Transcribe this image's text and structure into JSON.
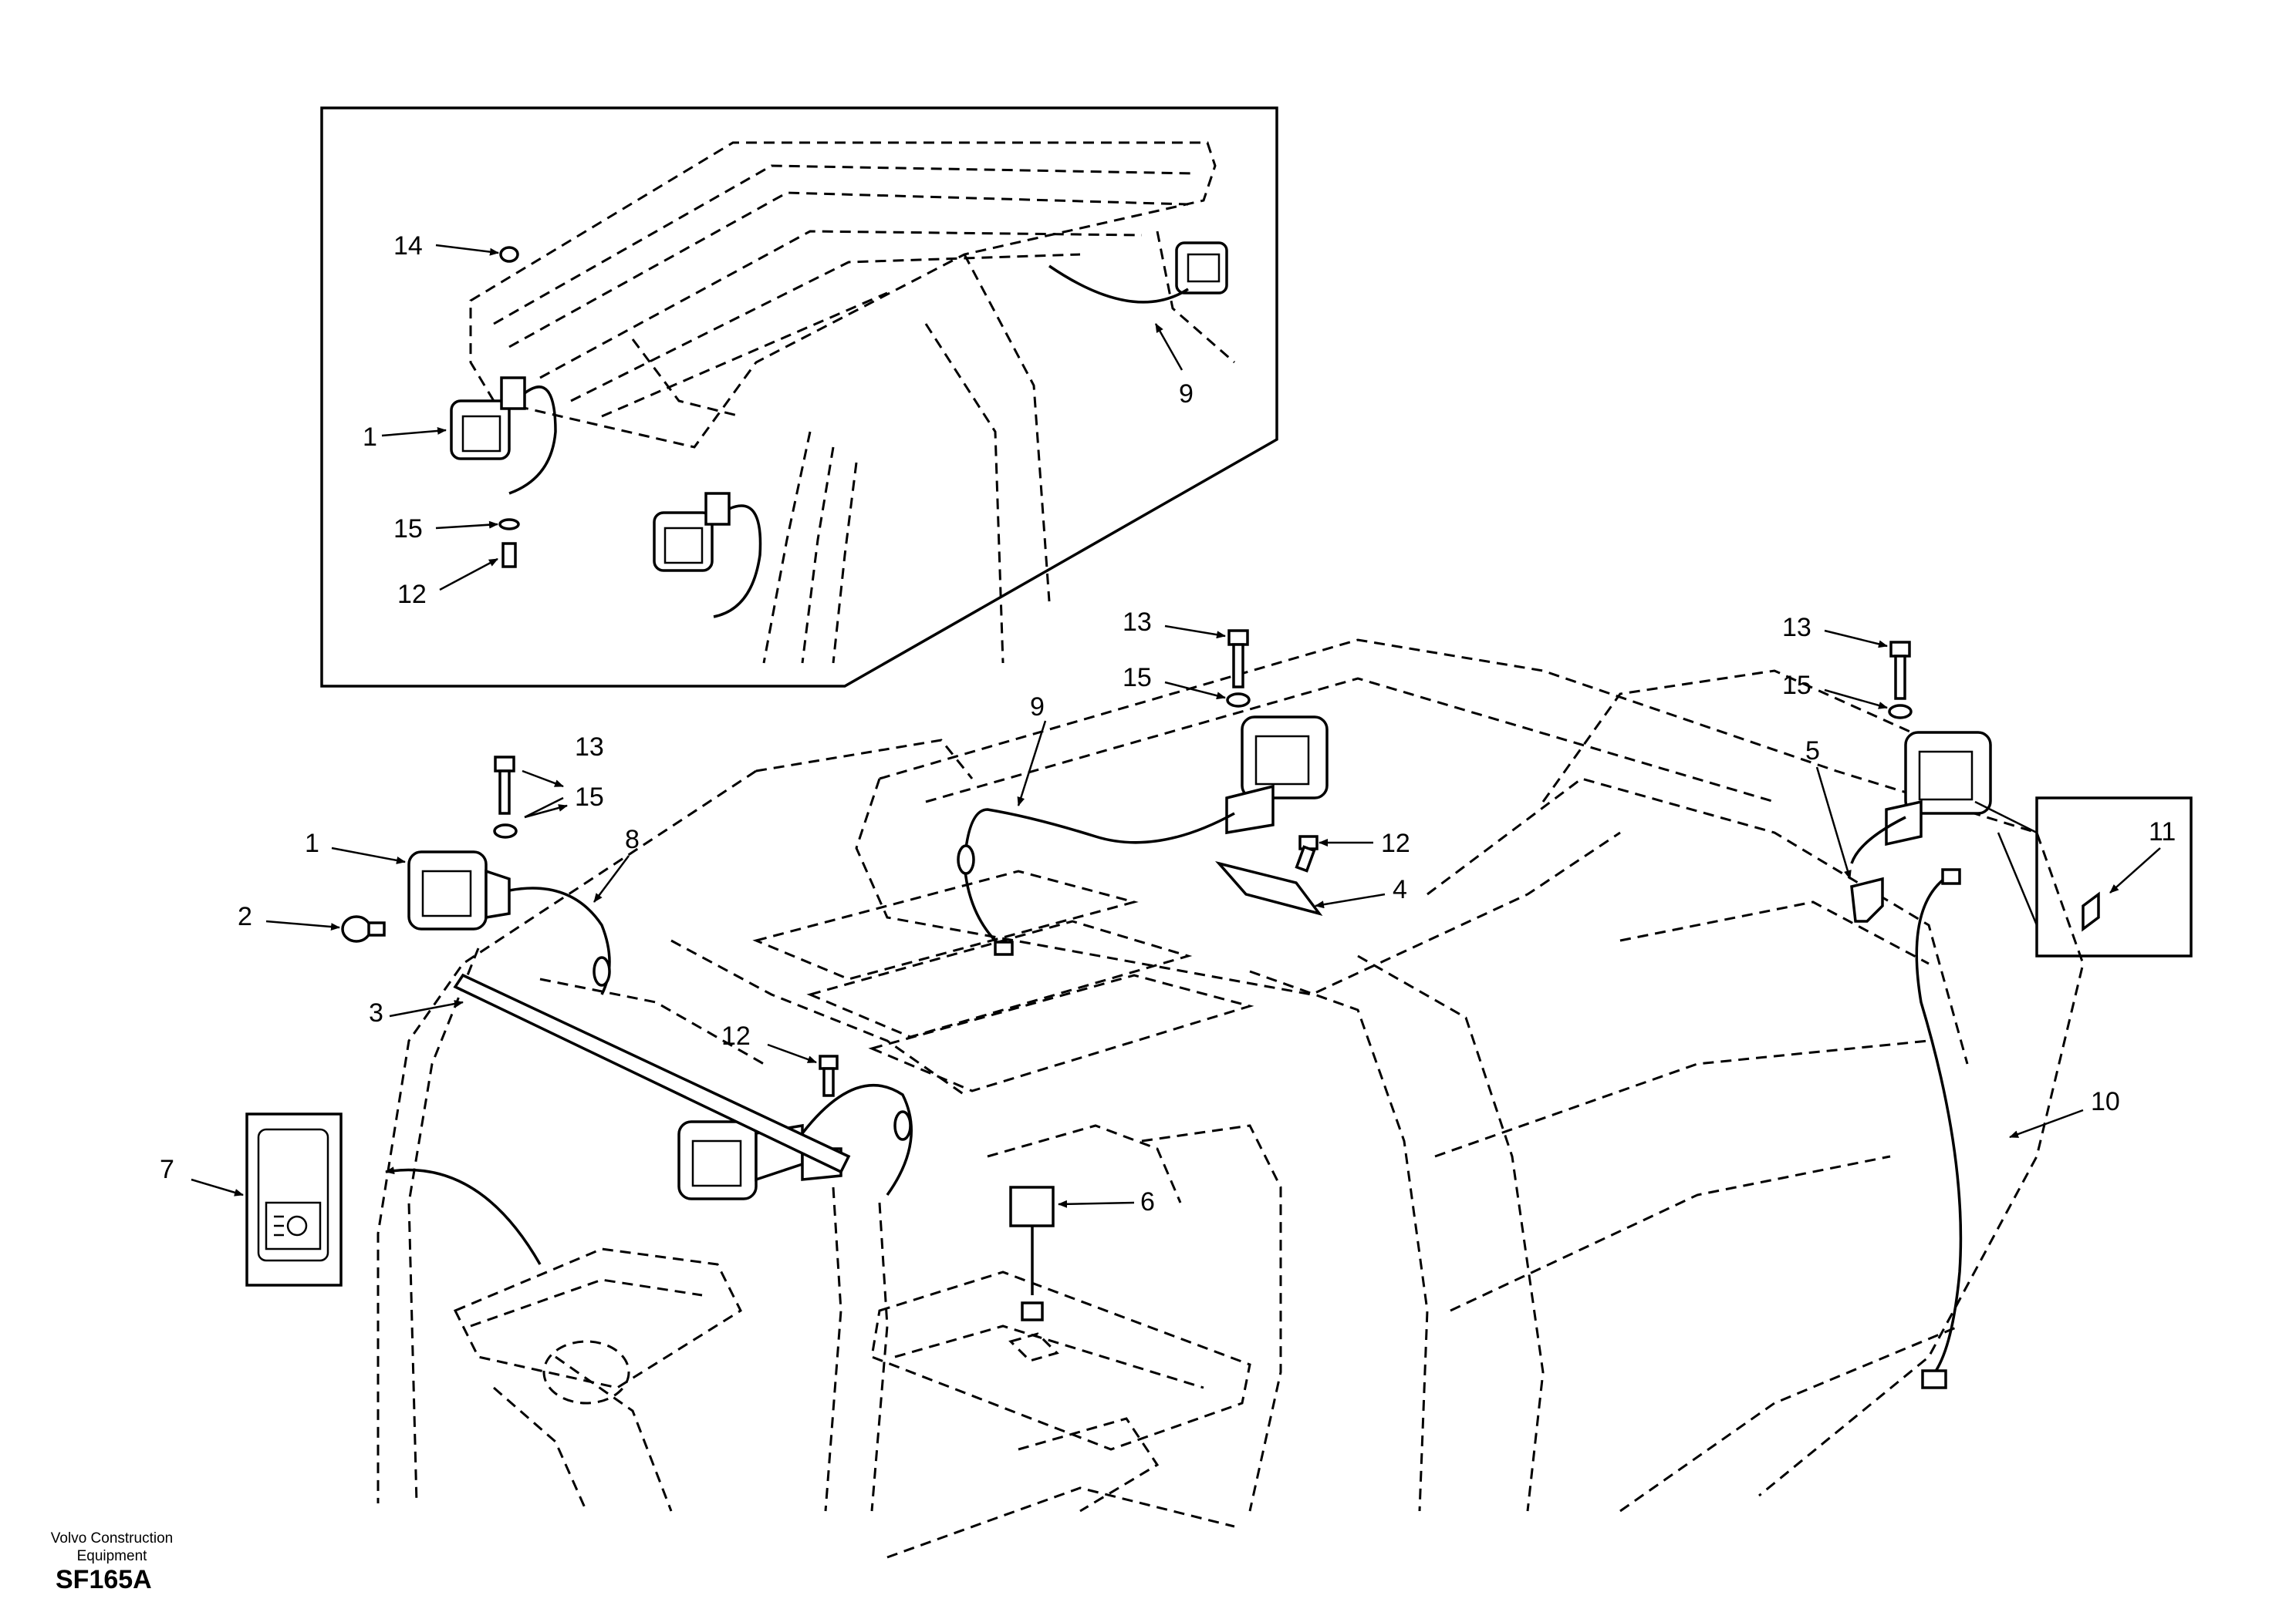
{
  "footer": {
    "manufacturer_line1": "Volvo Construction",
    "manufacturer_line2": "Equipment",
    "drawing_code": "SF165A"
  },
  "callouts": {
    "inset_14": "14",
    "inset_1": "1",
    "inset_15": "15",
    "inset_12": "12",
    "inset_9": "9",
    "main_13_left": "13",
    "main_15_left": "15",
    "main_1": "1",
    "main_8": "8",
    "main_2": "2",
    "main_3": "3",
    "main_7": "7",
    "main_12_lower": "12",
    "main_9": "9",
    "main_13_center": "13",
    "main_15_center": "15",
    "main_12_right": "12",
    "main_4": "4",
    "main_6": "6",
    "main_13_right": "13",
    "main_15_right": "15",
    "main_5": "5",
    "main_11": "11",
    "main_10": "10"
  }
}
